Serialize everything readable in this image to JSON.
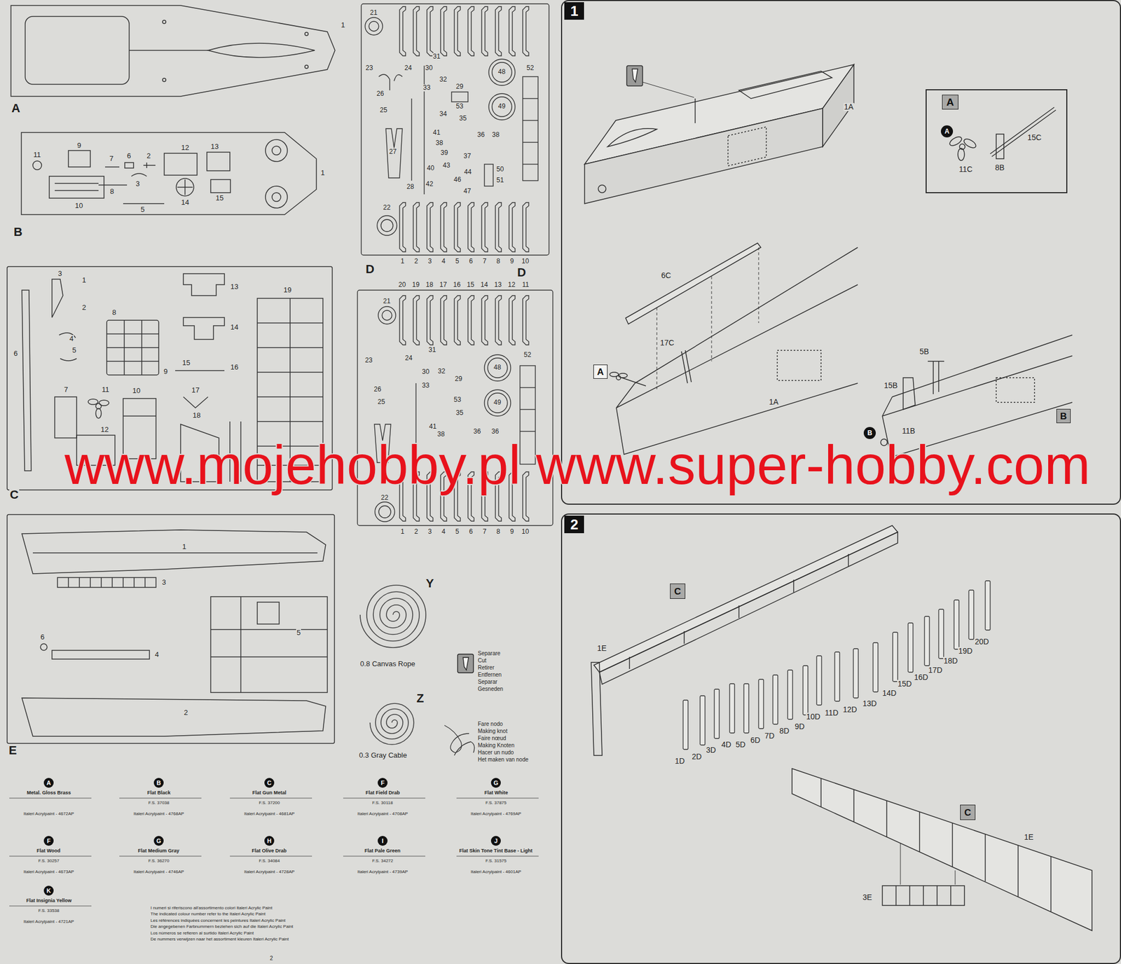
{
  "diagram": {
    "nodes": [
      {
        "text": [
          "1"
        ]
      },
      {
        "text": [
          "A"
        ],
        "in": 0
      },
      {
        "text": [
          "A"
        ],
        "in": 1
      },
      {
        "text": [
          "A"
        ],
        "in": 0
      },
      {
        "text": [
          "B"
        ],
        "in": 0
      },
      {
        "text": [
          "B"
        ],
        "in": 0
      },
      {
        "text": [
          "2"
        ]
      },
      {
        "text": [
          "C"
        ],
        "in": 6
      },
      {
        "text": [
          "C"
        ],
        "in": 6
      },
      {
        "text": [
          "A"
        ]
      },
      {
        "text": [
          "B"
        ]
      },
      {
        "text": [
          "C"
        ]
      },
      {
        "text": [
          "F"
        ]
      },
      {
        "text": [
          "G"
        ]
      },
      {
        "text": [
          "F"
        ]
      },
      {
        "text": [
          "G"
        ]
      },
      {
        "text": [
          "H"
        ]
      },
      {
        "text": [
          "I"
        ]
      },
      {
        "text": [
          "J"
        ]
      },
      {
        "text": [
          "K"
        ]
      }
    ],
    "labels": [
      "A",
      "1",
      "B",
      "11",
      "9",
      "7",
      "6",
      "2",
      "12",
      "13",
      "8",
      "3",
      "10",
      "5",
      "14",
      "15",
      "1",
      "C",
      "3",
      "1",
      "2",
      "8",
      "13",
      "14",
      "4",
      "5",
      "6",
      "9",
      "15",
      "16",
      "17",
      "7",
      "11",
      "10",
      "19",
      "12",
      "18",
      "D",
      "21",
      "23",
      "24",
      "31",
      "30",
      "33",
      "32",
      "29",
      "53",
      "34",
      "35",
      "48",
      "49",
      "52",
      "26",
      "25",
      "27",
      "41",
      "36",
      "38",
      "38",
      "39",
      "37",
      "40",
      "43",
      "44",
      "42",
      "46",
      "47",
      "28",
      "50",
      "51",
      "22",
      "1",
      "2",
      "3",
      "4",
      "5",
      "6",
      "7",
      "8",
      "9",
      "10",
      "D",
      "20",
      "19",
      "18",
      "17",
      "16",
      "15",
      "14",
      "13",
      "12",
      "11",
      "21",
      "23",
      "24",
      "31",
      "30",
      "33",
      "32",
      "29",
      "53",
      "26",
      "25",
      "35",
      "48",
      "49",
      "52",
      "41",
      "36",
      "36",
      "38",
      "22",
      "1",
      "2",
      "3",
      "4",
      "5",
      "6",
      "7",
      "8",
      "9",
      "10",
      "E",
      "1",
      "3",
      "6",
      "4",
      "5",
      "2",
      "Y",
      "0.8 Canvas Rope",
      "Z",
      "0.3 Gray Cable",
      "Separare",
      "Cut",
      "Retirer",
      "Entfernen",
      "Separar",
      "Gesneden",
      "Fare nodo",
      "Making knot",
      "Faire nœud",
      "Making Knoten",
      "Hacer un nudo",
      "Het maken van node",
      "Metal. Gloss Brass",
      "Italeri Acrylpaint - 4672AP",
      "Flat Black",
      "F.S. 37038",
      "Italeri Acrylpaint - 4768AP",
      "Flat Gun Metal",
      "F.S. 37200",
      "Italeri Acrylpaint - 4681AP",
      "Flat Field Drab",
      "F.S. 30118",
      "Italeri Acrylpaint - 4708AP",
      "Flat White",
      "F.S. 37875",
      "Italeri Acrylpaint - 4769AP",
      "Flat Wood",
      "F.S. 30257",
      "Italeri Acrylpaint - 4673AP",
      "Flat Medium Gray",
      "F.S. 36270",
      "Italeri Acrylpaint - 4746AP",
      "Flat Olive Drab",
      "F.S. 34084",
      "Italeri Acrylpaint - 4728AP",
      "Flat Pale Green",
      "F.S. 34272",
      "Italeri Acrylpaint - 4739AP",
      "Flat Skin Tone Tint Base - Light",
      "F.S. 31575",
      "Italeri Acrylpaint - 4601AP",
      "Flat Insignia Yellow",
      "F.S. 33538",
      "Italeri Acrylpaint - 4721AP",
      "I numeri si riferiscono all'assortimento colori Italeri Acrylic Paint",
      "The indicated colour number refer to the Italeri Acrylic Paint",
      "Les références indiquées concernent les peintures Italeri Acrylic Paint",
      "Die angegebenen Farbnummern beziehen sich auf die Italeri Acrylic Paint",
      "Los números se refieren al surtido Italeri Acrylic Paint",
      "De nummers verwijzen naar het assortiment kleuren Italeri Acrylic Paint",
      "2",
      "1A",
      "15C",
      "11C",
      "8B",
      "6C",
      "17C",
      "1A",
      "5B",
      "15B",
      "11B",
      "1E",
      "1D",
      "2D",
      "3D",
      "4D",
      "5D",
      "6D",
      "7D",
      "8D",
      "9D",
      "10D",
      "11D",
      "12D",
      "13D",
      "14D",
      "15D",
      "16D",
      "17D",
      "18D",
      "19D",
      "20D",
      "1E",
      "3E",
      "www.mojehobby.pl www.super-hobby.com"
    ]
  }
}
